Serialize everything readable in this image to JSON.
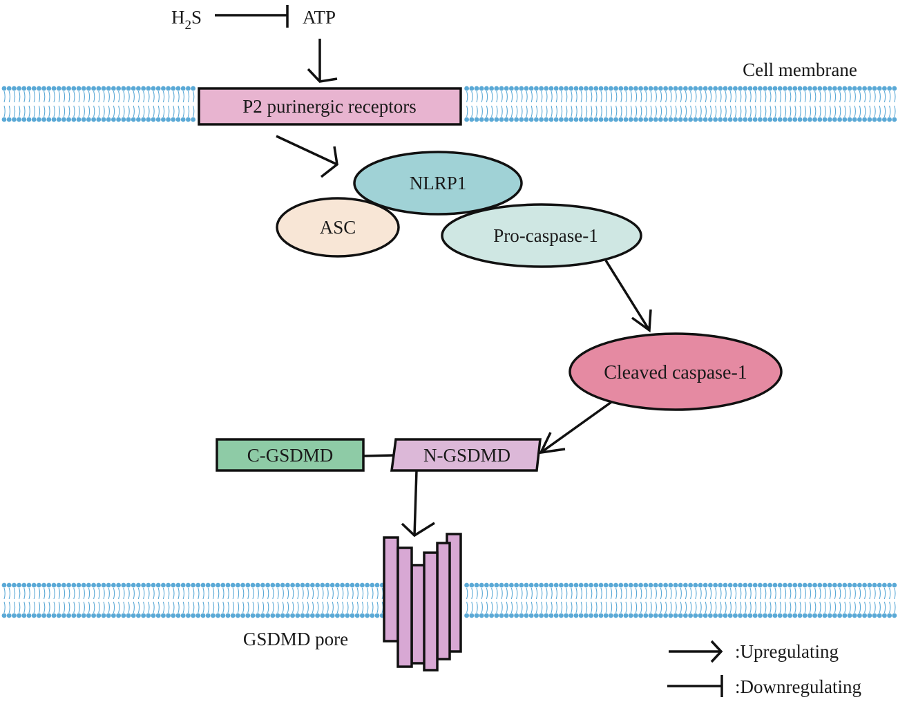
{
  "labels": {
    "h2s_main": "H",
    "h2s_sub": "2",
    "h2s_tail": "S",
    "atp": "ATP",
    "cell_membrane": "Cell membrane",
    "p2_receptors": "P2 purinergic receptors",
    "nlrp1": "NLRP1",
    "asc": "ASC",
    "pro_caspase": "Pro-caspase-1",
    "cleaved_caspase": "Cleaved caspase-1",
    "c_gsdmd": "C-GSDMD",
    "n_gsdmd": "N-GSDMD",
    "gsdmd_pore": "GSDMD pore"
  },
  "legend": {
    "upregulating": ":Upregulating",
    "downregulating": ":Downregulating"
  },
  "colors": {
    "membrane": "#5aa9d6",
    "p2_receptor": "#e8b4d0",
    "nlrp1": "#a0d2d6",
    "asc": "#f8e6d6",
    "pro_caspase": "#cfe7e3",
    "cleaved_caspase": "#e58aa2",
    "c_gsdmd": "#8ecba6",
    "n_gsdmd": "#dcb8d8",
    "pore": "#d8a8d4"
  }
}
